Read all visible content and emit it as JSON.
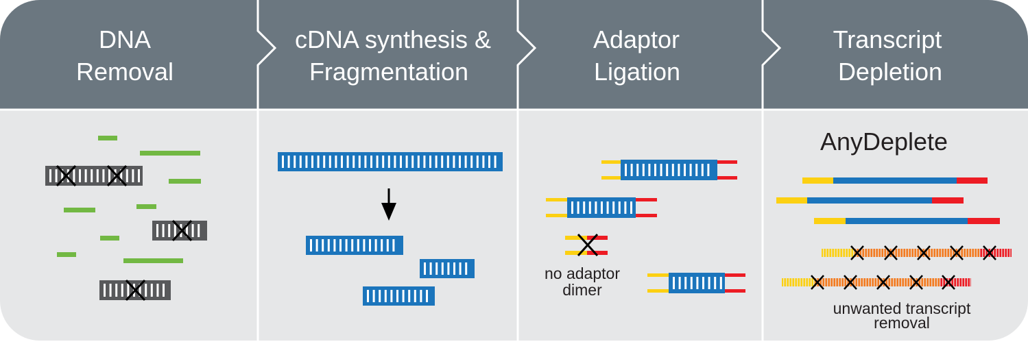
{
  "workflow": {
    "steps": [
      {
        "line1": "DNA",
        "line2": "Removal"
      },
      {
        "line1": "cDNA synthesis &",
        "line2": "Fragmentation"
      },
      {
        "line1": "Adaptor",
        "line2": "Ligation"
      },
      {
        "line1": "Transcript",
        "line2": "Depletion"
      }
    ]
  },
  "adaptor_ligation": {
    "dimer_label_line1": "no adaptor",
    "dimer_label_line2": "dimer"
  },
  "transcript_depletion": {
    "product_name": "AnyDeplete",
    "caption_line1": "unwanted transcript",
    "caption_line2": "removal"
  },
  "colors": {
    "header_bg": "#6b7780",
    "panel_bg": "#e6e7e8",
    "divider": "#ffffff",
    "dna_gray": "#58595b",
    "rna_green": "#72b843",
    "cdna_blue": "#1b75bc",
    "rung_white": "#ffffff",
    "adaptor_yellow": "#fcd012",
    "adaptor_red": "#ed1c24",
    "unwanted_orange": "#f37b21",
    "x_mark": "#000000"
  }
}
